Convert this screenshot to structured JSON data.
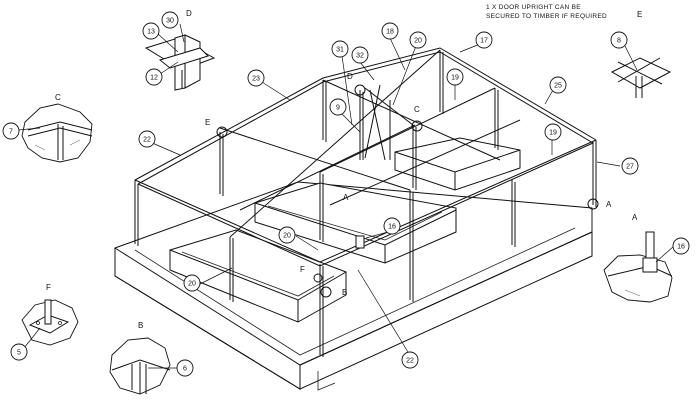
{
  "note": {
    "line1": "1 X DOOR UPRIGHT CAN BE",
    "line2": "SECURED TO TIMBER IF REQUIRED"
  },
  "detail_letters": [
    "D",
    "E",
    "C",
    "A",
    "F",
    "B",
    "E",
    "C",
    "D",
    "A",
    "F",
    "B"
  ],
  "callouts": [
    "30",
    "13",
    "12",
    "7",
    "5",
    "6",
    "8",
    "16",
    "31",
    "32",
    "18",
    "20",
    "17",
    "19",
    "25",
    "23",
    "9",
    "22",
    "19",
    "27",
    "16",
    "20",
    "20",
    "22"
  ]
}
